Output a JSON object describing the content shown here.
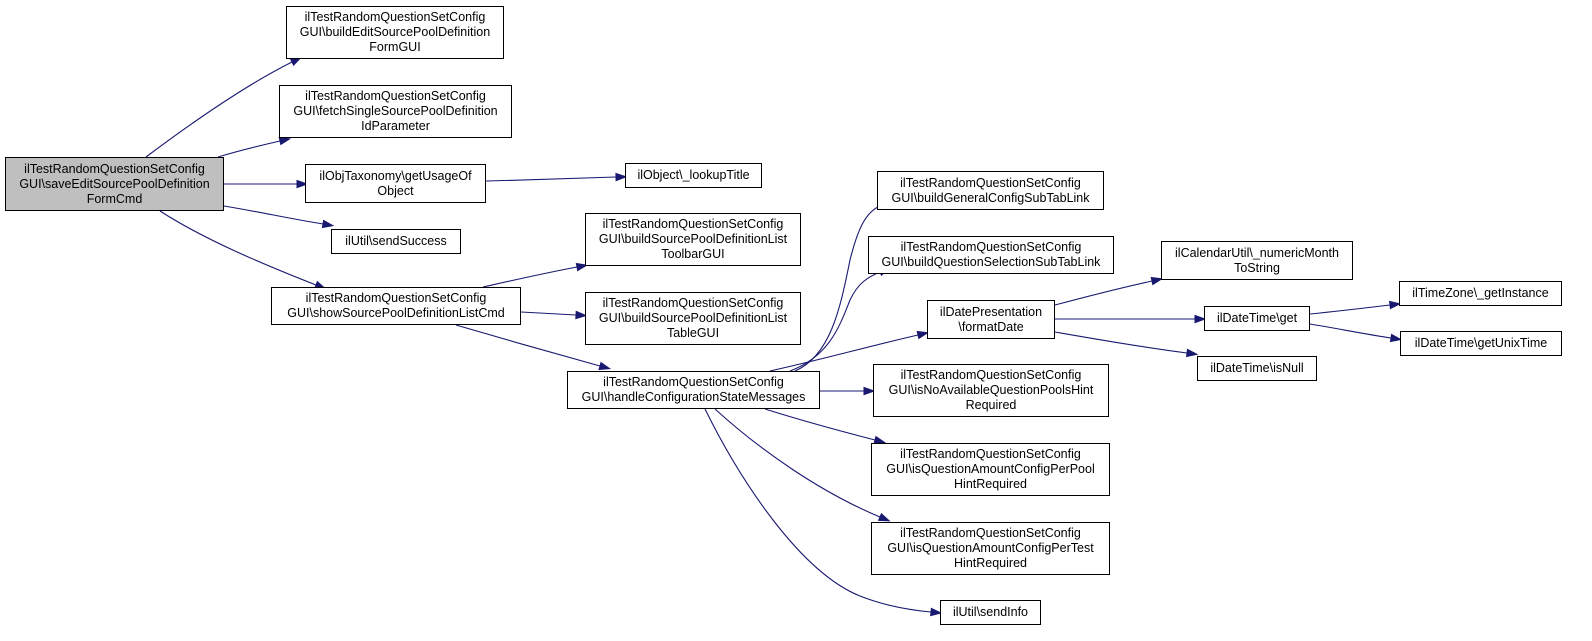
{
  "colors": {
    "edge": "#191970",
    "root_fill": "#bfbfbf",
    "node_fill": "#ffffff",
    "border": "#000000"
  },
  "nodes": {
    "root": {
      "lines": [
        "ilTestRandomQuestionSetConfig",
        "GUI\\saveEditSourcePoolDefinition",
        "FormCmd"
      ]
    },
    "buildEdit": {
      "lines": [
        "ilTestRandomQuestionSetConfig",
        "GUI\\buildEditSourcePoolDefinition",
        "FormGUI"
      ]
    },
    "fetchSingle": {
      "lines": [
        "ilTestRandomQuestionSetConfig",
        "GUI\\fetchSingleSourcePoolDefinition",
        "IdParameter"
      ]
    },
    "getUsage": {
      "lines": [
        "ilObjTaxonomy\\getUsageOf",
        "Object"
      ]
    },
    "lookupTitle": {
      "lines": [
        "ilObject\\_lookupTitle"
      ]
    },
    "sendSuccess": {
      "lines": [
        "ilUtil\\sendSuccess"
      ]
    },
    "showList": {
      "lines": [
        "ilTestRandomQuestionSetConfig",
        "GUI\\showSourcePoolDefinitionListCmd"
      ]
    },
    "toolbarGUI": {
      "lines": [
        "ilTestRandomQuestionSetConfig",
        "GUI\\buildSourcePoolDefinitionList",
        "ToolbarGUI"
      ]
    },
    "tableGUI": {
      "lines": [
        "ilTestRandomQuestionSetConfig",
        "GUI\\buildSourcePoolDefinitionList",
        "TableGUI"
      ]
    },
    "handleMsgs": {
      "lines": [
        "ilTestRandomQuestionSetConfig",
        "GUI\\handleConfigurationStateMessages"
      ]
    },
    "generalSubTab": {
      "lines": [
        "ilTestRandomQuestionSetConfig",
        "GUI\\buildGeneralConfigSubTabLink"
      ]
    },
    "selectionSubTab": {
      "lines": [
        "ilTestRandomQuestionSetConfig",
        "GUI\\buildQuestionSelectionSubTabLink"
      ]
    },
    "formatDate": {
      "lines": [
        "ilDatePresentation",
        "\\formatDate"
      ]
    },
    "noPools": {
      "lines": [
        "ilTestRandomQuestionSetConfig",
        "GUI\\isNoAvailableQuestionPoolsHint",
        "Required"
      ]
    },
    "perPool": {
      "lines": [
        "ilTestRandomQuestionSetConfig",
        "GUI\\isQuestionAmountConfigPerPool",
        "HintRequired"
      ]
    },
    "perTest": {
      "lines": [
        "ilTestRandomQuestionSetConfig",
        "GUI\\isQuestionAmountConfigPerTest",
        "HintRequired"
      ]
    },
    "sendInfo": {
      "lines": [
        "ilUtil\\sendInfo"
      ]
    },
    "numericMonth": {
      "lines": [
        "ilCalendarUtil\\_numericMonth",
        "ToString"
      ]
    },
    "dtGet": {
      "lines": [
        "ilDateTime\\get"
      ]
    },
    "dtIsNull": {
      "lines": [
        "ilDateTime\\isNull"
      ]
    },
    "tzGetInstance": {
      "lines": [
        "ilTimeZone\\_getInstance"
      ]
    },
    "getUnixTime": {
      "lines": [
        "ilDateTime\\getUnixTime"
      ]
    }
  },
  "edges": [
    [
      "root",
      "buildEdit"
    ],
    [
      "root",
      "fetchSingle"
    ],
    [
      "root",
      "getUsage"
    ],
    [
      "root",
      "sendSuccess"
    ],
    [
      "root",
      "showList"
    ],
    [
      "getUsage",
      "lookupTitle"
    ],
    [
      "showList",
      "toolbarGUI"
    ],
    [
      "showList",
      "tableGUI"
    ],
    [
      "showList",
      "handleMsgs"
    ],
    [
      "handleMsgs",
      "generalSubTab"
    ],
    [
      "handleMsgs",
      "selectionSubTab"
    ],
    [
      "handleMsgs",
      "formatDate"
    ],
    [
      "handleMsgs",
      "noPools"
    ],
    [
      "handleMsgs",
      "perPool"
    ],
    [
      "handleMsgs",
      "perTest"
    ],
    [
      "handleMsgs",
      "sendInfo"
    ],
    [
      "formatDate",
      "numericMonth"
    ],
    [
      "formatDate",
      "dtGet"
    ],
    [
      "formatDate",
      "dtIsNull"
    ],
    [
      "dtGet",
      "tzGetInstance"
    ],
    [
      "dtGet",
      "getUnixTime"
    ]
  ]
}
